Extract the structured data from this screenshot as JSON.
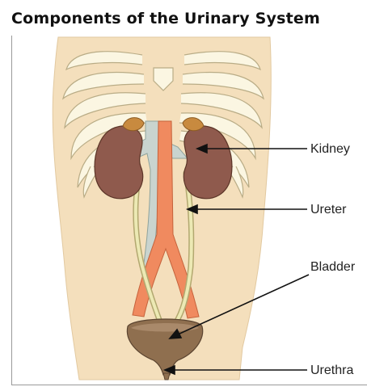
{
  "figure": {
    "title": "Components of the Urinary System",
    "labels": {
      "kidney": "Kidney",
      "ureter": "Ureter",
      "bladder": "Bladder",
      "urethra": "Urethra"
    }
  },
  "colors": {
    "skin": "#f4dfbc",
    "bone": "#fbf6e2",
    "bone_outline": "#b9ac86",
    "kidney": "#8f5a4d",
    "adrenal": "#c88a3f",
    "vena_cava": "#c9d4cf",
    "aorta": "#f08a5f",
    "ureter": "#ece9b4",
    "bladder": "#8f6f4f"
  }
}
